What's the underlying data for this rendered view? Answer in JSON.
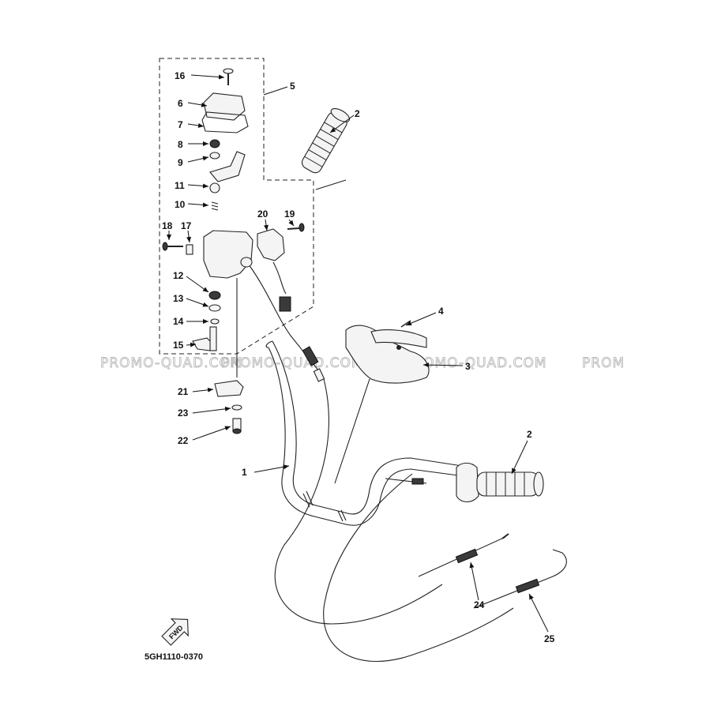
{
  "drawing_code": "5GH1110-0370",
  "fwd_label": "FWD",
  "watermarks": [
    "PROMO-QUAD.COM",
    "PROMO-QUAD.COM",
    "PROMO-QUAD.COM",
    "PROM"
  ],
  "callouts": [
    "16",
    "6",
    "7",
    "8",
    "9",
    "11",
    "10",
    "18",
    "17",
    "20",
    "19",
    "12",
    "13",
    "14",
    "15",
    "21",
    "23",
    "22",
    "5",
    "2",
    "4",
    "3",
    "2",
    "1",
    "24",
    "25"
  ],
  "colors": {
    "line": "#222222",
    "watermark": "#b9b9b9",
    "background": "#ffffff"
  }
}
